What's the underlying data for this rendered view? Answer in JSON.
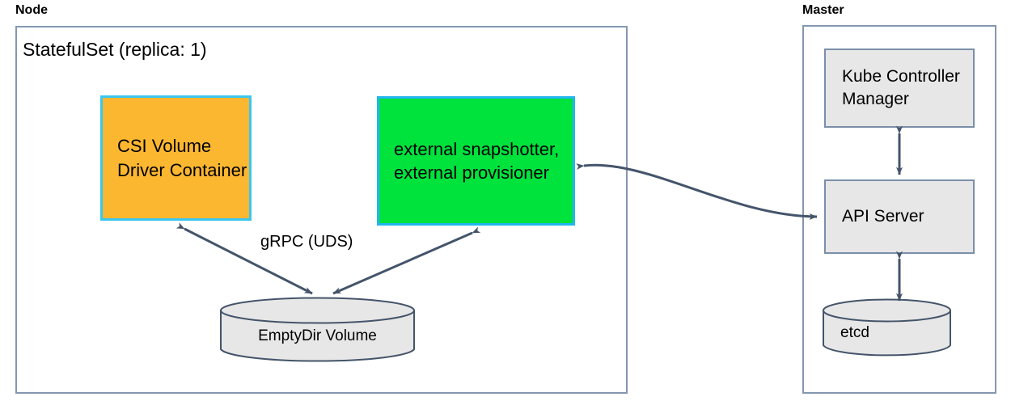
{
  "diagram": {
    "groups": [
      {
        "id": "node",
        "label": "Node",
        "title": "StatefulSet (replica: 1)"
      },
      {
        "id": "master",
        "label": "Master",
        "title": ""
      }
    ],
    "nodes": {
      "csi_driver": {
        "label": "CSI Volume Driver Container",
        "fill": "#fcb731",
        "stroke": "#3bc6ef"
      },
      "external_sidecars": {
        "label": "external snapshotter, external provisioner",
        "fill": "#00e33d",
        "stroke": "#22b5f0"
      },
      "emptydir": {
        "label": "EmptyDir Volume",
        "shape": "cylinder",
        "fill": "#e7e7e7",
        "stroke": "#44546a"
      },
      "kube_controller_manager": {
        "label": "Kube Controller Manager",
        "fill": "#e7e7e7",
        "stroke": "#7b8fa8"
      },
      "api_server": {
        "label": "API Server",
        "fill": "#e7e7e7",
        "stroke": "#7b8fa8"
      },
      "etcd": {
        "label": "etcd",
        "shape": "cylinder",
        "fill": "#e7e7e7",
        "stroke": "#44546a"
      }
    },
    "edges": [
      {
        "id": "grpc",
        "from": "csi_driver",
        "to": "emptydir",
        "label": "gRPC (UDS)",
        "direction": "both"
      },
      {
        "id": "sidecar_emptydir",
        "from": "external_sidecars",
        "to": "emptydir",
        "label": "",
        "direction": "both"
      },
      {
        "id": "sidecar_api",
        "from": "external_sidecars",
        "to": "api_server",
        "label": "",
        "direction": "both"
      },
      {
        "id": "kcm_api",
        "from": "kube_controller_manager",
        "to": "api_server",
        "label": "",
        "direction": "both"
      },
      {
        "id": "api_etcd",
        "from": "api_server",
        "to": "etcd",
        "label": "",
        "direction": "both"
      }
    ],
    "colors": {
      "arrow": "#44546a",
      "group_border": "#8497b0",
      "background": "#ffffff"
    }
  }
}
